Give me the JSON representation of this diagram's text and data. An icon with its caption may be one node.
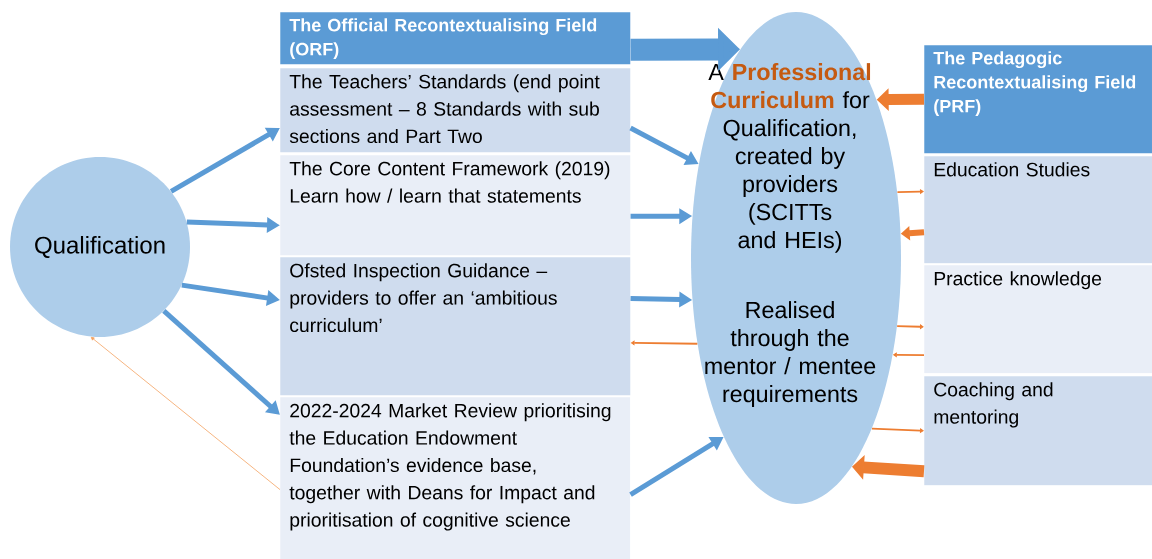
{
  "diagram": {
    "nodes": [
      {
        "text": [
          "Qualification"
        ]
      },
      {
        "text": [
          "The Official Recontextualising Field (ORF)"
        ]
      },
      {
        "text": [
          "The Teachers’ Standards (end point assessment – 8 Standards with sub sections and Part Two"
        ]
      },
      {
        "text": [
          "The Core Content Framework (2019) Learn how / learn that statements"
        ]
      },
      {
        "text": [
          "Ofsted Inspection Guidance – providers to offer an ‘ambitious curriculum’"
        ]
      },
      {
        "text": [
          "2022-2024 Market Review prioritising the Education Endowment Foundation’s evidence base, together with Deans for Impact and prioritisation of cognitive science"
        ]
      },
      {
        "text": [
          "A",
          "Professional Curriculum",
          "for Qualification, created by providers (SCITTs and HEIs)",
          "Realised through the mentor / mentee requirements"
        ]
      },
      {
        "text": [
          "The Pedagogic Recontextualising Field (PRF)"
        ]
      },
      {
        "text": [
          "Education Studies"
        ]
      },
      {
        "text": [
          "Practice knowledge"
        ]
      },
      {
        "text": [
          "Coaching and mentoring"
        ]
      }
    ],
    "edges": [
      {
        "from": 0,
        "to": 2,
        "arrow": "to",
        "color": "#5b9bd5"
      },
      {
        "from": 0,
        "to": 3,
        "arrow": "to",
        "color": "#5b9bd5"
      },
      {
        "from": 0,
        "to": 4,
        "arrow": "to",
        "color": "#5b9bd5"
      },
      {
        "from": 0,
        "to": 5,
        "arrow": "to",
        "color": "#5b9bd5"
      },
      {
        "from": 1,
        "to": 6,
        "arrow": "to",
        "style": "thick",
        "color": "#5b9bd5"
      },
      {
        "from": 2,
        "to": 6,
        "arrow": "to",
        "color": "#5b9bd5"
      },
      {
        "from": 3,
        "to": 6,
        "arrow": "to",
        "color": "#5b9bd5"
      },
      {
        "from": 4,
        "to": 6,
        "arrow": "to",
        "color": "#5b9bd5"
      },
      {
        "from": 6,
        "to": 4,
        "arrow": "to",
        "color": "#ed7d31"
      },
      {
        "from": 5,
        "to": 6,
        "arrow": "to",
        "color": "#5b9bd5"
      },
      {
        "from": 5,
        "to": 0,
        "arrow": "to",
        "color": "#f4a261"
      },
      {
        "from": 7,
        "to": 6,
        "arrow": "to",
        "style": "thick",
        "color": "#ed7d31"
      },
      {
        "from": 6,
        "to": 8,
        "arrow": "to",
        "color": "#ed7d31"
      },
      {
        "from": 8,
        "to": 6,
        "arrow": "to",
        "color": "#ed7d31"
      },
      {
        "from": 6,
        "to": 9,
        "arrow": "to",
        "color": "#ed7d31"
      },
      {
        "from": 9,
        "to": 6,
        "arrow": "to",
        "color": "#ed7d31"
      },
      {
        "from": 6,
        "to": 10,
        "arrow": "to",
        "color": "#ed7d31"
      },
      {
        "from": 10,
        "to": 6,
        "arrow": "to",
        "style": "thick",
        "color": "#ed7d31"
      }
    ]
  }
}
